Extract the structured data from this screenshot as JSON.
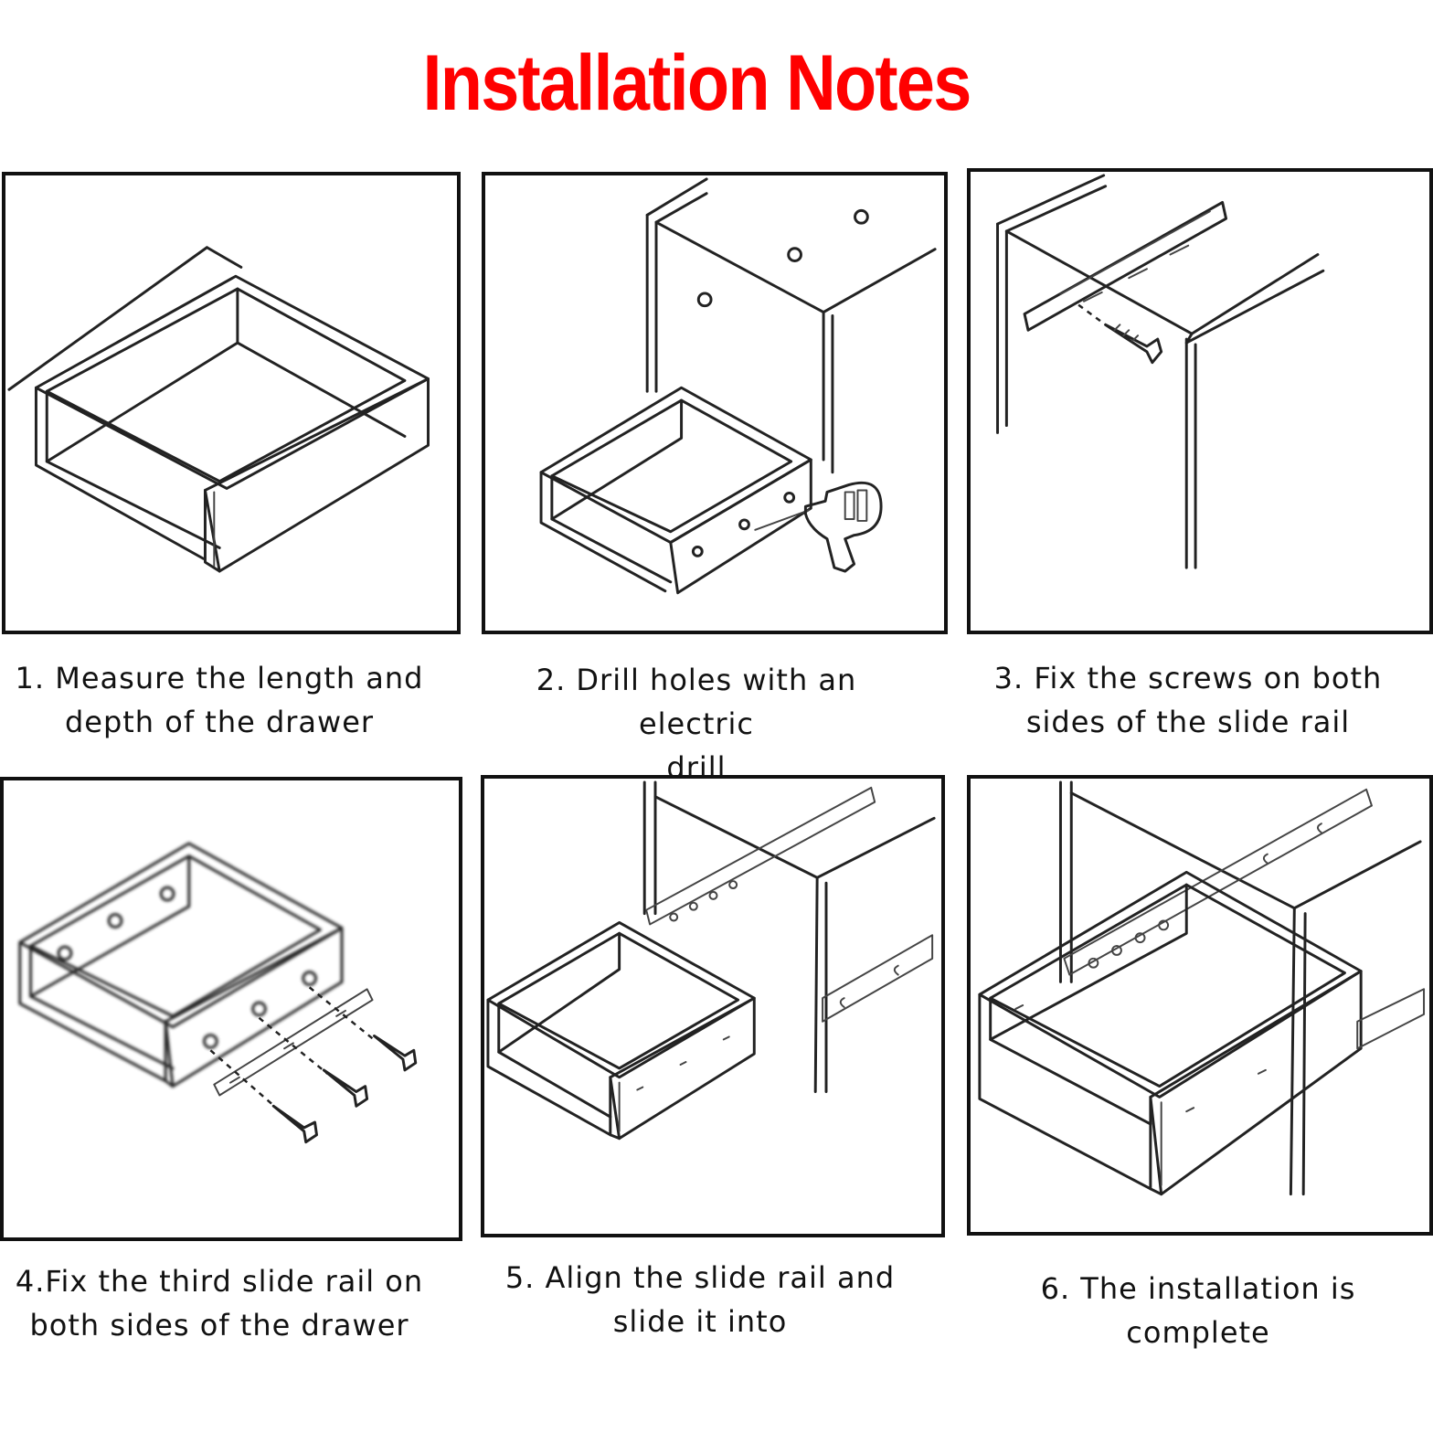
{
  "title": "Installation Notes",
  "colors": {
    "title": "#ff0000",
    "frame": "#111111",
    "background": "#ffffff"
  },
  "steps": [
    {
      "caption": "1. Measure the length and\ndepth of the drawer",
      "icon": "drawer-measure-icon"
    },
    {
      "caption": "2. Drill holes with an electric\ndrill",
      "icon": "electric-drill-icon"
    },
    {
      "caption": "3. Fix the screws on both\nsides of the slide rail",
      "icon": "slide-rail-screw-icon"
    },
    {
      "caption": "4.Fix the third slide rail on\nboth sides of the drawer",
      "icon": "drawer-rail-screws-icon"
    },
    {
      "caption": "5. Align the slide rail and\nslide it into",
      "icon": "drawer-insert-icon"
    },
    {
      "caption": "6. The installation is complete",
      "icon": "installed-drawer-icon"
    }
  ]
}
